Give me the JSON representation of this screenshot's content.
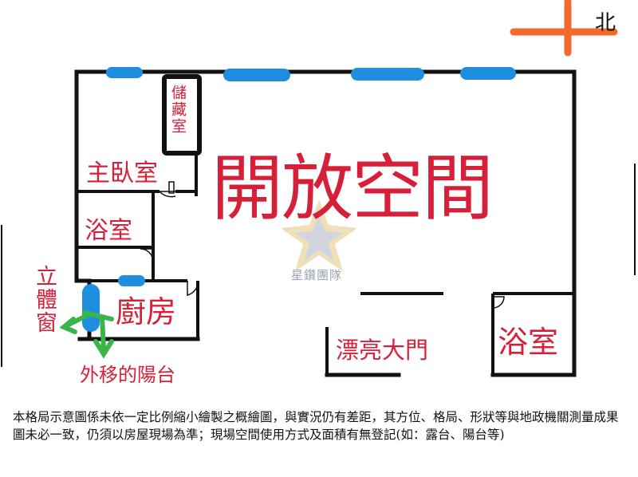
{
  "north": {
    "label": "北",
    "arrow_color": "#f26a2e"
  },
  "rooms": {
    "storage": "儲藏室",
    "master_bedroom": "主臥室",
    "open_space": "開放空間",
    "bathroom_left": "浴室",
    "kitchen": "廚房",
    "main_door": "漂亮大門",
    "bathroom_right": "浴室"
  },
  "annotations": {
    "bay_window": "立體窗",
    "balcony": "外移的陽台"
  },
  "watermark": {
    "text": "星鑽團隊"
  },
  "disclaimer": "本格局示意圖係未依一定比例縮小繪製之概繪圖，與實況仍有差距，其方位、格局、形狀等與地政機關測量成果圖未必一致，仍須以房屋現場為準；現場空間使用方式及面積有無登記(如：露台、陽台等)",
  "colors": {
    "wall": "#111111",
    "window": "#1f8ee0",
    "label": "#d6203a",
    "arrow": "#39b54a",
    "north_arrow": "#f26a2e"
  }
}
